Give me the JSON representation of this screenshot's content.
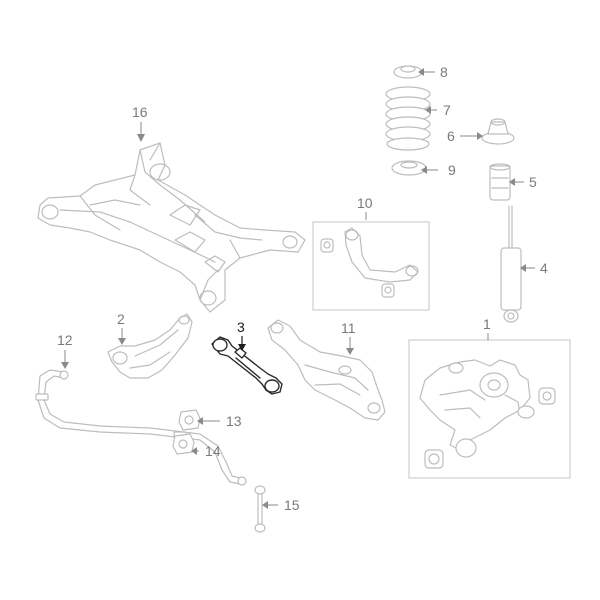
{
  "diagram": {
    "callouts": {
      "c1": "1",
      "c2": "2",
      "c3": "3",
      "c4": "4",
      "c5": "5",
      "c6": "6",
      "c7": "7",
      "c8": "8",
      "c9": "9",
      "c10": "10",
      "c11": "11",
      "c12": "12",
      "c13": "13",
      "c14": "14",
      "c15": "15",
      "c16": "16"
    },
    "highlighted_part": "3",
    "colors": {
      "line_art": "#bdbdbd",
      "highlight": "#1e1e1e",
      "callout_text": "#7a7a7a",
      "background": "#ffffff"
    }
  }
}
